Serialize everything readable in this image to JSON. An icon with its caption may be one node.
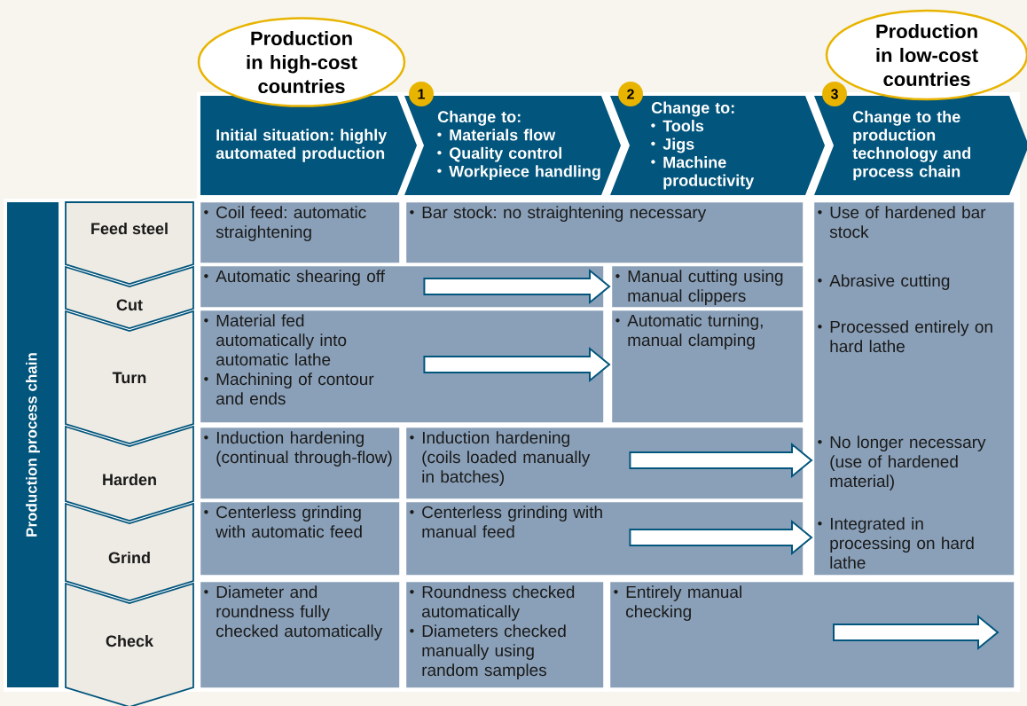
{
  "diagram": {
    "nodes": [
      {
        "text": [
          "Production in high-cost countries"
        ]
      },
      {
        "text": [
          "Production in low-cost countries"
        ]
      },
      {
        "text": [
          "Initial situation: highly automated production"
        ]
      },
      {
        "text": [
          "1"
        ]
      },
      {
        "text": [
          "Change to:",
          "Materials flow",
          "Quality control",
          "Workpiece handling"
        ]
      },
      {
        "text": [
          "2"
        ]
      },
      {
        "text": [
          "Change to:",
          "Tools",
          "Jigs",
          "Machine productivity"
        ]
      },
      {
        "text": [
          "3"
        ]
      },
      {
        "text": [
          "Change to the production technology and process chain"
        ]
      },
      {
        "text": [
          "Production process chain"
        ]
      },
      {
        "text": [
          "Feed steel"
        ]
      },
      {
        "text": [
          "Cut"
        ]
      },
      {
        "text": [
          "Turn"
        ]
      },
      {
        "text": [
          "Harden"
        ]
      },
      {
        "text": [
          "Grind"
        ]
      },
      {
        "text": [
          "Check"
        ]
      },
      {
        "text": [
          "Coil feed: automatic straightening"
        ]
      },
      {
        "text": [
          "Bar stock: no straightening necessary"
        ]
      },
      {
        "text": [
          "Use of hardened bar stock",
          "Abrasive cutting",
          "Processed entirely on hard lathe",
          "No longer necessary (use of hardened material)",
          "Integrated in processing on hard lathe"
        ]
      },
      {
        "text": [
          "Automatic shearing off"
        ]
      },
      {
        "text": [
          "Manual cutting using manual clippers"
        ]
      },
      {
        "text": [
          "Material fed automatically into automatic lathe",
          "Machining of contour and ends"
        ]
      },
      {
        "text": [
          "Automatic turning, manual clamping"
        ]
      },
      {
        "text": [
          "Induction hardening (continual through-flow)"
        ]
      },
      {
        "text": [
          "Induction hardening (coils loaded manually in batches)"
        ]
      },
      {
        "text": [
          "Centerless grinding with automatic feed"
        ]
      },
      {
        "text": [
          "Centerless grinding with manual feed"
        ]
      },
      {
        "text": [
          "Diameter and roundness fully checked automatically"
        ]
      },
      {
        "text": [
          "Roundness checked automatically",
          "Diameters checked manually using random samples"
        ]
      },
      {
        "text": [
          "Entirely manual checking"
        ]
      }
    ],
    "edges": [
      {
        "from": 19,
        "to": 20,
        "arrow": "to"
      },
      {
        "from": 21,
        "to": 22,
        "arrow": "to"
      },
      {
        "from": 24,
        "to": 18,
        "arrow": "to"
      },
      {
        "from": 26,
        "to": 18,
        "arrow": "to"
      }
    ]
  }
}
